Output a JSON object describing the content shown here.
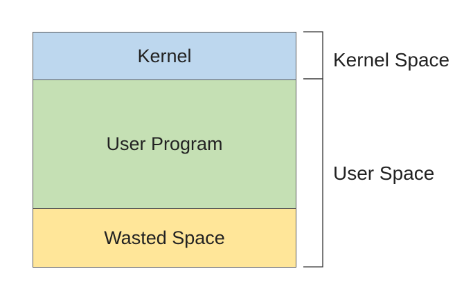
{
  "blocks": {
    "kernel": {
      "label": "Kernel",
      "color": "#BDD7EE"
    },
    "user_program": {
      "label": "User Program",
      "color": "#C5E0B4"
    },
    "wasted_space": {
      "label": "Wasted Space",
      "color": "#FFE699"
    }
  },
  "regions": {
    "kernel_space": "Kernel Space",
    "user_space": "User Space"
  }
}
